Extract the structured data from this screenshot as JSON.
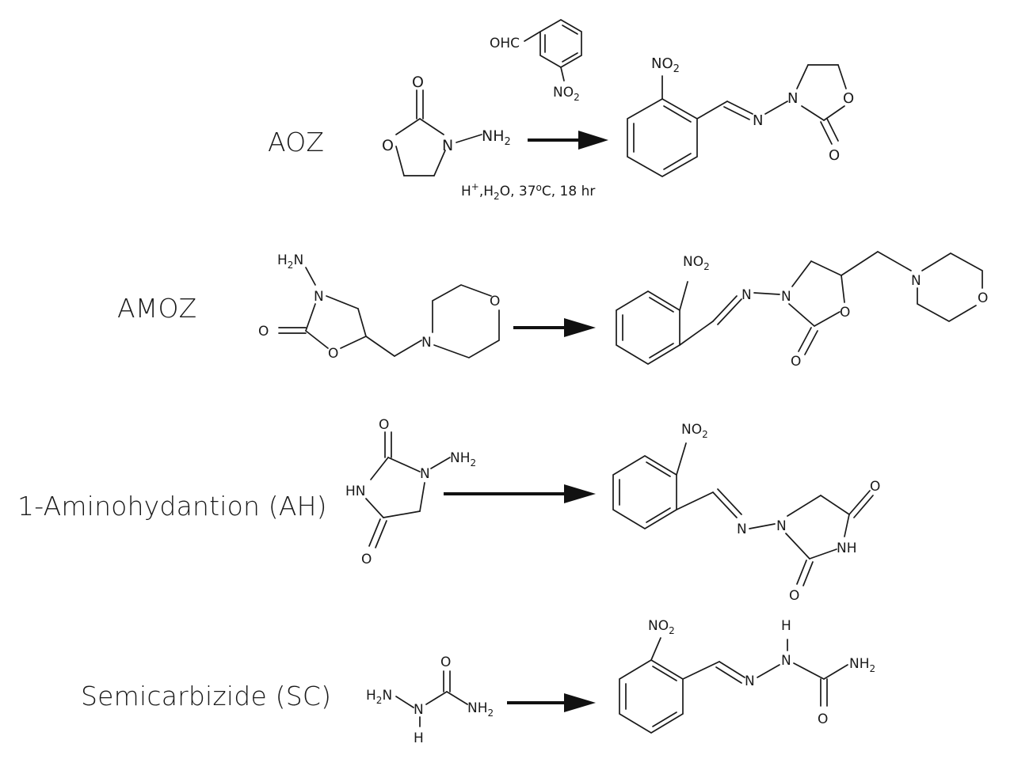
{
  "rows": [
    {
      "label": "AOZ"
    },
    {
      "label": "AMOZ"
    },
    {
      "label": "1-Aminohydantion (AH)"
    },
    {
      "label": "Semicarbizide (SC)"
    }
  ],
  "reagent": {
    "aldehyde_group": "OHC",
    "nitro_group": "NO",
    "nitro_sub": "2"
  },
  "conditions": {
    "h_label": "H",
    "h_sup": "+",
    "water_prefix": ",H",
    "water_sub": "2",
    "water_suffix": "O, 37",
    "degree": "o",
    "rest": "C, 18 hr"
  },
  "atoms": {
    "O": "O",
    "N": "N",
    "H": "H",
    "NH": "NH",
    "HN": "HN",
    "NH2_main": "NH",
    "H2N_main": "H",
    "sub2": "2",
    "NO2_main": "NO"
  }
}
